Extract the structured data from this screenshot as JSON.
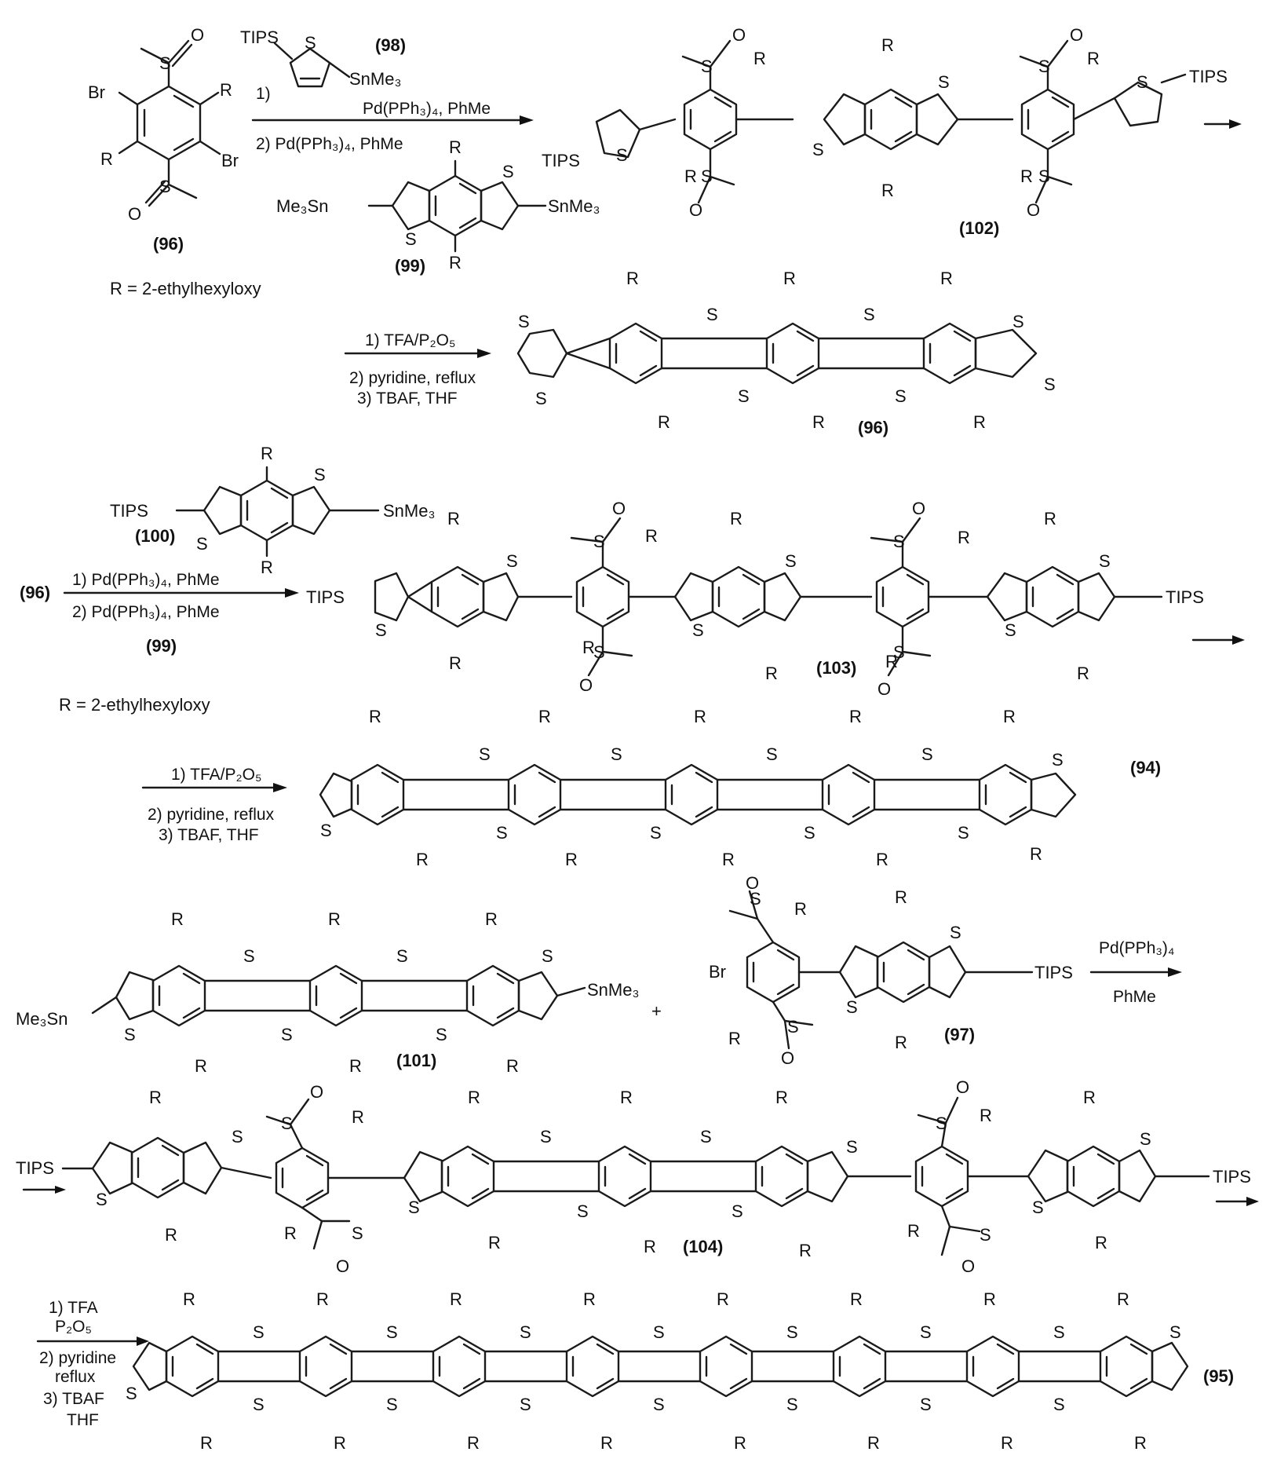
{
  "labels": {
    "S": "S",
    "R": "R",
    "O": "O",
    "Br": "Br",
    "TIPS": "TIPS",
    "SnMe3": "SnMe₃",
    "Me3Sn": "Me₃Sn",
    "Me3Sn_r": "Me₃Sn",
    "plus": "+"
  },
  "compounds": {
    "c96": "(96)",
    "c98": "(98)",
    "c99": "(99)",
    "c102": "(102)",
    "c96b": "(96)",
    "c100": "(100)",
    "c96c": "(96)",
    "c99b": "(99)",
    "c103": "(103)",
    "c94": "(94)",
    "c101": "(101)",
    "c97": "(97)",
    "c104": "(104)",
    "c95": "(95)"
  },
  "r_definitions": {
    "first": "R = 2-ethylhexyloxy",
    "second": "R = 2-ethylhexyloxy"
  },
  "conditions": {
    "step1_1": "1)",
    "step1_1b": "Pd(PPh₃)₄, PhMe",
    "step1_2": "2) Pd(PPh₃)₄, PhMe",
    "step2_1": "1) TFA/P₂O₅",
    "step2_2": "2) pyridine, reflux",
    "step2_3": "3) TBAF, THF",
    "step3_1": "1) Pd(PPh₃)₄, PhMe",
    "step3_2": "2) Pd(PPh₃)₄, PhMe",
    "step4_1": "1) TFA/P₂O₅",
    "step4_2": "2) pyridine, reflux",
    "step4_3": "3) TBAF, THF",
    "step5_1": "Pd(PPh₃)₄",
    "step5_2": "PhMe",
    "step6_1": "1) TFA",
    "step6_2": "P₂O₅",
    "step6_3": "2) pyridine",
    "step6_4": "reflux",
    "step6_5": "3) TBAF",
    "step6_6": "THF"
  },
  "structures": {
    "fused_96_rings": 3,
    "fused_94_rings": 5,
    "fused_95_rings": 8,
    "fused_101_rings": 3,
    "fused_104_core_rings": 3
  }
}
